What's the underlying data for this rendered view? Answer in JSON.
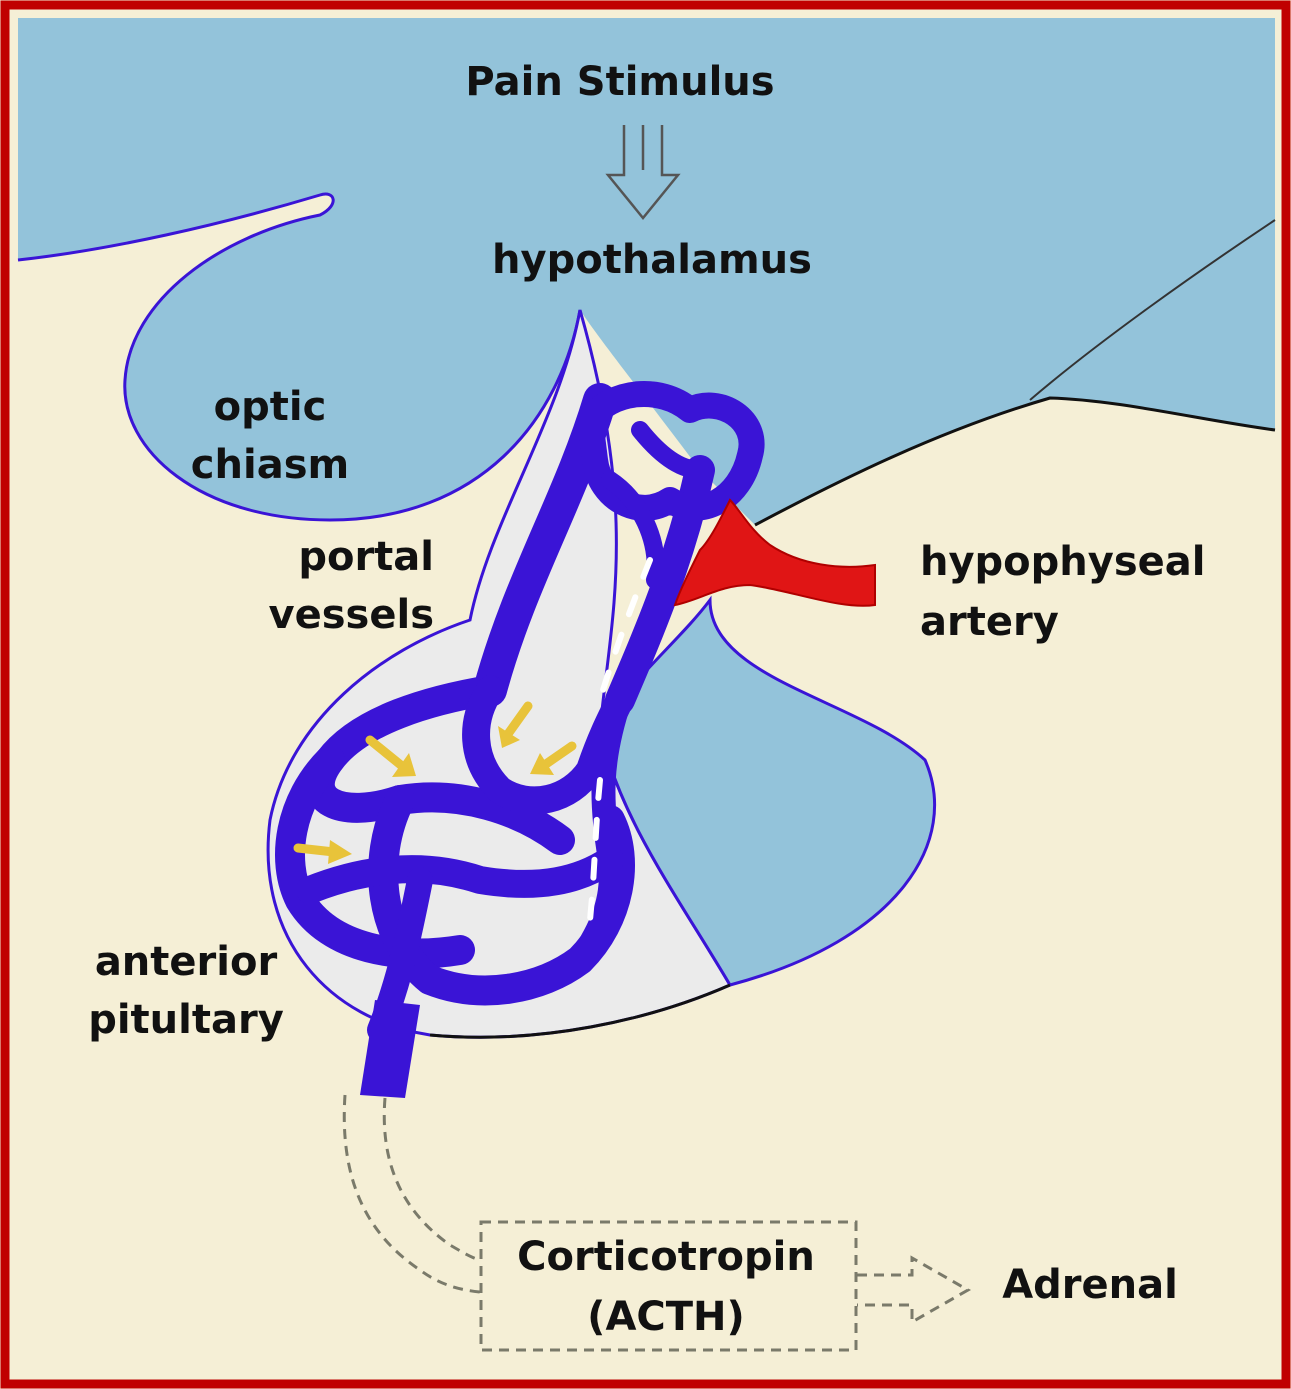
{
  "labels": {
    "stimulus": "Pain Stimulus",
    "hypothalamus": "hypothalamus",
    "optic_line1": "optic",
    "optic_line2": "chiasm",
    "portal_line1": "portal",
    "portal_line2": "vessels",
    "artery_line1": "hypophyseal",
    "artery_line2": "artery",
    "anterior_line1": "anterior",
    "anterior_line2": "pitultary",
    "hormone_line1": "Corticotropin",
    "hormone_line2": "(ACTH)",
    "target": "Adrenal"
  },
  "colors": {
    "frame_border": "#c00000",
    "background": "#f5efd6",
    "brain_blue": "#93c3da",
    "vessel_blue": "#3a14d6",
    "artery_red": "#e01515",
    "flow_arrow_yellow": "#e8c33a",
    "pituitary_light": "#ebebeb",
    "dashed_line": "#7a7a6a"
  }
}
